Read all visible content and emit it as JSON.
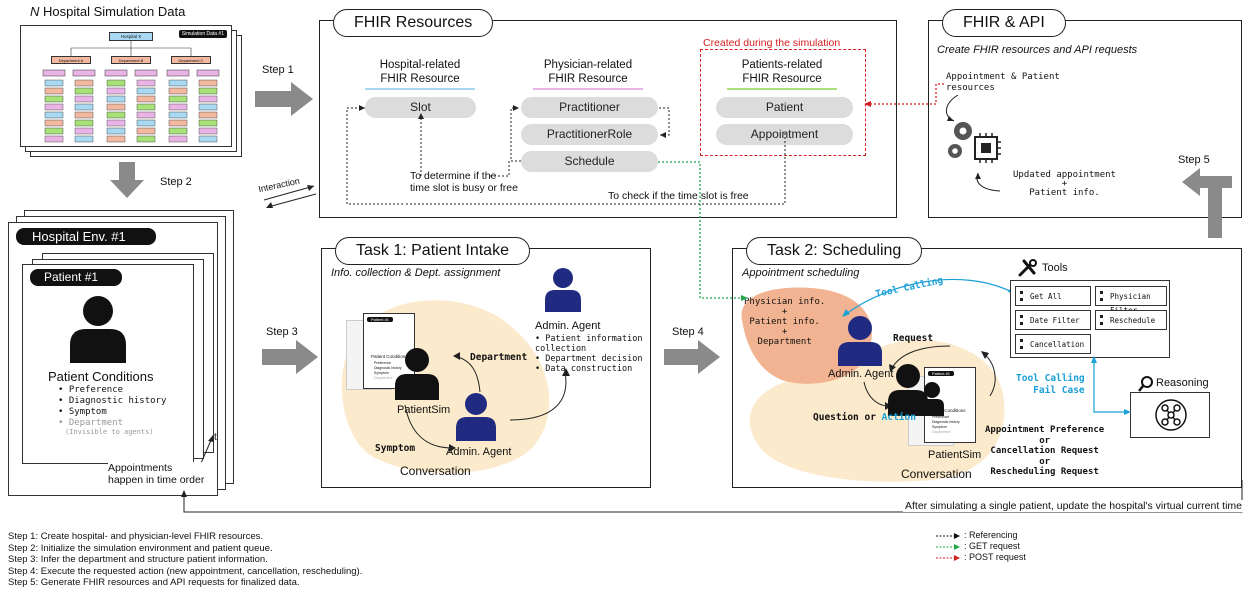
{
  "sim": {
    "title_prefix": "N",
    "title_rest": " Hospital Simulation Data",
    "badge": "Simulation Data #1",
    "hospital_node": "Hospital X",
    "dept_nodes": [
      "Department A",
      "Department B",
      "Department C"
    ],
    "step1": "Step 1",
    "step2": "Step 2",
    "step3": "Step 3",
    "step4": "Step 4",
    "step5": "Step 5",
    "interaction": "Interaction"
  },
  "fhir": {
    "tab": "FHIR Resources",
    "hospital_head": "Hospital-related\nFHIR Resource",
    "physician_head": "Physician-related\nFHIR Resource",
    "patients_head": "Patients-related\nFHIR Resource",
    "created_during": "Created during the simulation",
    "slot": "Slot",
    "practitioner": "Practitioner",
    "practitioner_role": "PractitionerRole",
    "schedule": "Schedule",
    "patient": "Patient",
    "appointment": "Appointment",
    "determine_note": "To determine if the\ntime slot is busy or free",
    "check_note": "To check if the time slot is free"
  },
  "api": {
    "tab": "FHIR & API",
    "subtitle": "Create FHIR resources and API requests",
    "appt_patient": "Appointment & Patient\nresources",
    "updated": "Updated appointment\n+\nPatient info."
  },
  "env": {
    "tab": "Hospital Env. #1",
    "patient_tab": "Patient #1",
    "conditions_title": "Patient Conditions",
    "conditions": [
      "Preference",
      "Diagnostic history",
      "Symptom"
    ],
    "department": "Department",
    "invisible": "(Invisible to agents)",
    "t_label": "t",
    "appointments": "Appointments\nhappen in time order"
  },
  "task1": {
    "tab": "Task 1: Patient Intake",
    "subtitle": "Info. collection & Dept. assignment",
    "admin_title": "Admin. Agent",
    "admin_items": [
      "Patient information\ncollection",
      "Department decision",
      "Data construction"
    ],
    "department_label": "Department",
    "symptom_label": "Symptom",
    "patientsim": "PatientSim",
    "admin_agent": "Admin. Agent",
    "conversation": "Conversation",
    "mini_card_tab": "Patient #1",
    "mini_card_title": "Patient Conditions",
    "mini_card_items": [
      "Preference",
      "Diagnostic history",
      "Symptom",
      "Department"
    ]
  },
  "task2": {
    "tab": "Task 2: Scheduling",
    "subtitle": "Appointment scheduling",
    "info": "Physician info.\n+\nPatient info.\n+\nDepartment",
    "tool_calling": "Tool Calling",
    "tools_title": "Tools",
    "tools": [
      "Get All",
      "Physician Filter",
      "Date Filter",
      "Reschedule",
      "Cancellation"
    ],
    "request": "Request",
    "admin_agent": "Admin. Agent",
    "question_or": "Question or ",
    "action": "Action",
    "patientsim": "PatientSim",
    "conversation": "Conversation",
    "fail_case": "Tool Calling\nFail Case",
    "reasoning": "Reasoning",
    "requests": "Appointment Preference\nor\nCancellation Request\nor\nRescheduling Request",
    "mini_card_tab": "Patient #1",
    "mini_card_title": "Patient Conditions",
    "mini_card_items": [
      "Preference",
      "Diagnostic history",
      "Symptom",
      "Department"
    ]
  },
  "bottom_note": "After simulating a single patient, update the hospital's virtual current time",
  "steps": [
    "Step 1: Create hospital- and physician-level FHIR resources.",
    "Step 2: Initialize the simulation environment and patient queue.",
    "Step 3: Infer the department and structure patient information.",
    "Step 4: Execute the requested action (new appointment, cancellation, rescheduling).",
    "Step 5: Generate FHIR resources and API requests for finalized data."
  ],
  "legend": [
    {
      "label": ": Referencing",
      "color": "#111111"
    },
    {
      "label": ": GET request",
      "color": "#22a84a"
    },
    {
      "label": ": POST request",
      "color": "#d62020"
    }
  ],
  "colors": {
    "hospital_uline": "#a9d8f2",
    "physician_uline": "#e9b3e6",
    "patients_uline": "#a8e07a",
    "created_red": "#d62020",
    "tool_blue": "#1a9fd6",
    "agent_navy": "#1f2a80",
    "conversation_bg": "#fbeacb",
    "admin_bg": "#f1b391"
  }
}
